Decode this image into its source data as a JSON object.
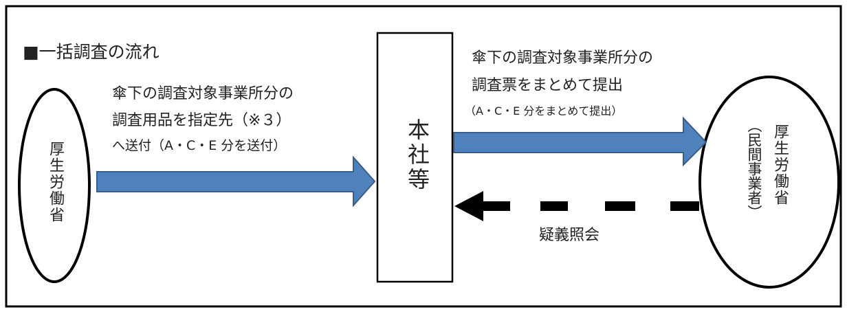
{
  "title": "■一括調査の流れ",
  "left_node": {
    "label": "厚生労働省"
  },
  "center_node": {
    "label": "本社等"
  },
  "right_node": {
    "label": "厚生労働省",
    "sublabel": "（民間事業者）"
  },
  "left_flow": {
    "lines": [
      "傘下の調査対象事業所分の",
      "調査用品を指定先（※３）",
      "へ送付（A・C・E 分を送付）"
    ]
  },
  "right_flow": {
    "lines": [
      "傘下の調査対象事業所分の",
      "調査票をまとめて提出"
    ],
    "note": "（A・C・E 分をまとめて提出）"
  },
  "return_flow": {
    "label": "疑義照会"
  },
  "colors": {
    "arrow_fill": "#4f81bd",
    "arrow_stroke": "#385d8a",
    "line": "#000000"
  }
}
